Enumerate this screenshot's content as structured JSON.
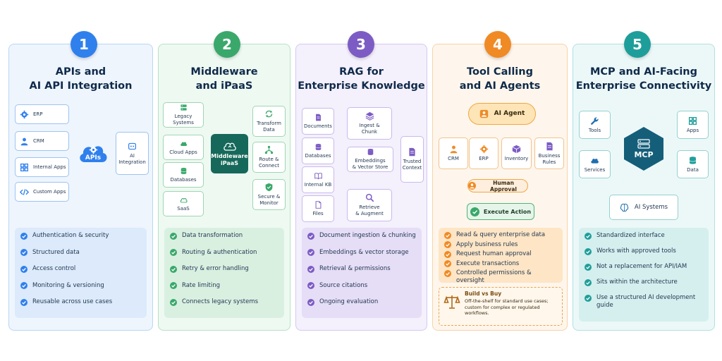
{
  "colors": {
    "blue": "#2f80ed",
    "green": "#3aa86b",
    "purple": "#7c5cc4",
    "orange": "#f08a24",
    "teal": "#1e9e9a"
  },
  "col1": {
    "number": "1",
    "title_line1": "APIs and",
    "title_line2": "AI API Integration",
    "nodes": [
      "ERP",
      "CRM",
      "Internal Apps",
      "Custom Apps"
    ],
    "hub": "APIs",
    "target": "AI\nIntegration",
    "list": [
      "Authentication & security",
      "Structured data",
      "Access control",
      "Monitoring & versioning",
      "Reusable across use cases"
    ]
  },
  "col2": {
    "number": "2",
    "title_line1": "Middleware",
    "title_line2": "and iPaaS",
    "sources": [
      "Legacy Systems",
      "Cloud Apps",
      "Databases",
      "SaaS"
    ],
    "hub": "Middleware\niPaaS",
    "outputs": [
      "Transform\nData",
      "Route &\nConnect",
      "Secure &\nMonitor"
    ],
    "list": [
      "Data transformation",
      "Routing & authentication",
      "Retry & error handling",
      "Rate limiting",
      "Connects legacy systems"
    ]
  },
  "col3": {
    "number": "3",
    "title_line1": "RAG for",
    "title_line2": "Enterprise Knowledge",
    "sources": [
      "Documents",
      "Databases",
      "Internal KB",
      "Files"
    ],
    "steps": [
      "Ingest &\nChunk",
      "Embeddings\n& Vector Store",
      "Retrieve\n& Augment"
    ],
    "output": "Trusted\nContext",
    "list": [
      "Document ingestion & chunking",
      "Embeddings & vector storage",
      "Retrieval & permissions",
      "Source citations",
      "Ongoing evaluation"
    ]
  },
  "col4": {
    "number": "4",
    "title_line1": "Tool Calling",
    "title_line2": "and AI Agents",
    "agent": "AI Agent",
    "tools": [
      "CRM",
      "ERP",
      "Inventory",
      "Business\nRules"
    ],
    "approval": "Human Approval",
    "execute": "Execute Action",
    "list": [
      "Read & query enterprise data",
      "Apply business rules",
      "Request human approval",
      "Execute transactions",
      "Controlled permissions & oversight"
    ],
    "build_vs_buy": {
      "title": "Build vs Buy",
      "text": "Off-the-shelf for standard use cases; custom for complex or regulated workflows."
    }
  },
  "col5": {
    "number": "5",
    "title_line1": "MCP and AI-Facing",
    "title_line2": "Enterprise Connectivity",
    "nodes": [
      "Tools",
      "Apps",
      "Services",
      "Data"
    ],
    "hub": "MCP",
    "target": "AI Systems",
    "list": [
      "Standardized interface",
      "Works with approved tools",
      "Not a replacement for API/IAM",
      "Sits within the architecture",
      "Use a structured AI development guide"
    ]
  }
}
